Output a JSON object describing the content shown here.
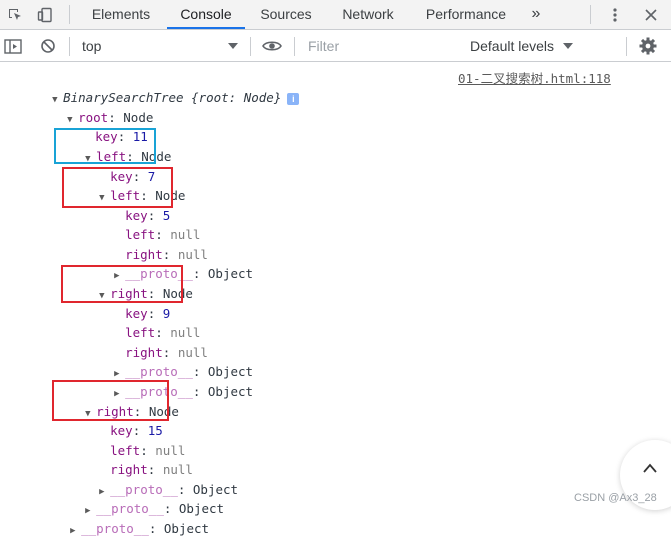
{
  "tabs": [
    "Elements",
    "Console",
    "Sources",
    "Network",
    "Performance"
  ],
  "active_tab": "Console",
  "more_tabs_label": "»",
  "toolbar": {
    "context": "top",
    "filter_placeholder": "Filter",
    "levels": "Default levels"
  },
  "console": {
    "source_link": "01-二叉搜索树.html:118",
    "header_text": "BinarySearchTree {root: Node}",
    "info_badge": "i",
    "rows": [
      {
        "key": "root",
        "sep": ": ",
        "value": "Node"
      },
      {
        "key": "key",
        "sep": ": ",
        "value": "11"
      },
      {
        "key": "left",
        "sep": ": ",
        "value": "Node"
      },
      {
        "key": "key",
        "sep": ": ",
        "value": "7"
      },
      {
        "key": "left",
        "sep": ": ",
        "value": "Node"
      },
      {
        "key": "key",
        "sep": ": ",
        "value": "5"
      },
      {
        "key": "left",
        "sep": ": ",
        "value": "null"
      },
      {
        "key": "right",
        "sep": ": ",
        "value": "null"
      },
      {
        "key": "__proto__",
        "sep": ": ",
        "value": "Object"
      },
      {
        "key": "right",
        "sep": ": ",
        "value": "Node"
      },
      {
        "key": "key",
        "sep": ": ",
        "value": "9"
      },
      {
        "key": "left",
        "sep": ": ",
        "value": "null"
      },
      {
        "key": "right",
        "sep": ": ",
        "value": "null"
      },
      {
        "key": "__proto__",
        "sep": ": ",
        "value": "Object"
      },
      {
        "key": "__proto__",
        "sep": ": ",
        "value": "Object"
      },
      {
        "key": "right",
        "sep": ": ",
        "value": "Node"
      },
      {
        "key": "key",
        "sep": ": ",
        "value": "15"
      },
      {
        "key": "left",
        "sep": ": ",
        "value": "null"
      },
      {
        "key": "right",
        "sep": ": ",
        "value": "null"
      },
      {
        "key": "__proto__",
        "sep": ": ",
        "value": "Object"
      },
      {
        "key": "__proto__",
        "sep": ": ",
        "value": "Object"
      },
      {
        "key": "__proto__",
        "sep": ": ",
        "value": "Object"
      }
    ]
  },
  "watermark": "CSDN @Ax3_28",
  "colors": {
    "accent": "#1a73e8",
    "highlight_blue": "#19a3d6",
    "highlight_red": "#e0262e",
    "prop_key": "#881280",
    "number": "#1a1aa6",
    "null": "#808080"
  },
  "icons": {
    "inspect": "inspect-element-icon",
    "device": "device-toggle-icon",
    "more": "more-vertical-icon",
    "close": "close-icon",
    "sidebar": "sidebar-toggle-icon",
    "clear": "clear-console-icon",
    "eye": "live-expression-icon",
    "settings": "gear-icon"
  }
}
